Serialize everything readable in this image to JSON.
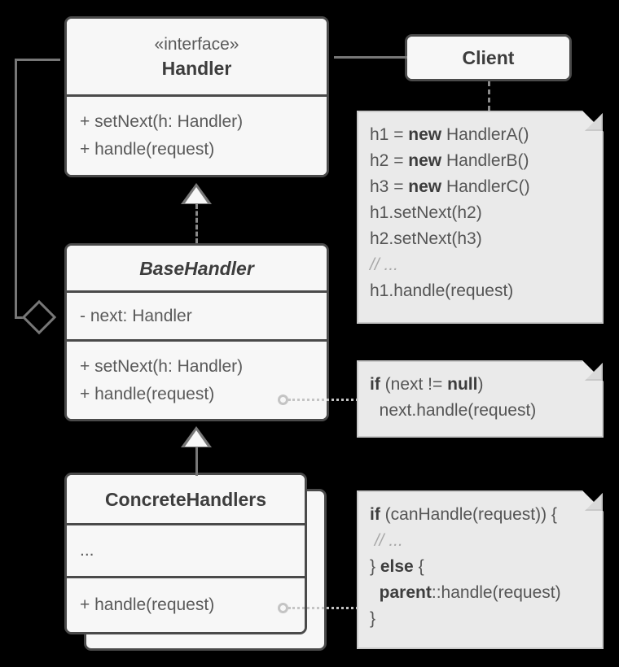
{
  "diagram": {
    "title": "Chain of Responsibility UML class diagram",
    "colors": {
      "background": "#000000",
      "box_fill": "#f7f7f7",
      "box_border": "#4a4a4a",
      "note_fill": "#eaeaea",
      "note_border": "#c9c9c9",
      "edge": "#777777",
      "text": "#5a5a5a",
      "title_text": "#3d3d3d",
      "comment_text": "#a8a8a8"
    }
  },
  "classes": {
    "handler": {
      "stereotype": "«interface»",
      "name": "Handler",
      "operations": [
        "+ setNext(h: Handler)",
        "+ handle(request)"
      ]
    },
    "base_handler": {
      "name": "BaseHandler",
      "abstract": true,
      "attributes": [
        "- next: Handler"
      ],
      "operations": [
        "+ setNext(h: Handler)",
        "+ handle(request)"
      ]
    },
    "concrete_handlers": {
      "name": "ConcreteHandlers",
      "stacked": true,
      "attributes": [
        "..."
      ],
      "operations": [
        "+ handle(request)"
      ]
    },
    "client": {
      "name": "Client"
    }
  },
  "notes": {
    "client_note": {
      "lines": [
        [
          {
            "t": "h1 = ",
            "b": false
          },
          {
            "t": "new",
            "b": true
          },
          {
            "t": " HandlerA()",
            "b": false
          }
        ],
        [
          {
            "t": "h2 = ",
            "b": false
          },
          {
            "t": "new",
            "b": true
          },
          {
            "t": " HandlerB()",
            "b": false
          }
        ],
        [
          {
            "t": "h3 = ",
            "b": false
          },
          {
            "t": "new",
            "b": true
          },
          {
            "t": " HandlerC()",
            "b": false
          }
        ],
        [
          {
            "t": "h1.setNext(h2)",
            "b": false
          }
        ],
        [
          {
            "t": "h2.setNext(h3)",
            "b": false
          }
        ],
        [
          {
            "t": "// ...",
            "c": true
          }
        ],
        [
          {
            "t": "h1.handle(request)",
            "b": false
          }
        ]
      ]
    },
    "base_handle_note": {
      "lines": [
        [
          {
            "t": "if",
            "b": true
          },
          {
            "t": " (next != ",
            "b": false
          },
          {
            "t": "null",
            "b": true
          },
          {
            "t": ")",
            "b": false
          }
        ],
        [
          {
            "t": "  next.handle(request)",
            "b": false
          }
        ]
      ]
    },
    "concrete_handle_note": {
      "lines": [
        [
          {
            "t": "if",
            "b": true
          },
          {
            "t": " (canHandle(request)) {",
            "b": false
          }
        ],
        [
          {
            "t": " // ...",
            "c": true
          }
        ],
        [
          {
            "t": "} ",
            "b": false
          },
          {
            "t": "else",
            "b": true
          },
          {
            "t": " {",
            "b": false
          }
        ],
        [
          {
            "t": "  ",
            "b": false
          },
          {
            "t": "parent",
            "b": true
          },
          {
            "t": "::handle(request)",
            "b": false
          }
        ],
        [
          {
            "t": "}",
            "b": false
          }
        ]
      ]
    }
  },
  "relations": {
    "realization": "BaseHandler implements Handler",
    "generalization": "ConcreteHandlers extends BaseHandler",
    "aggregation": "BaseHandler next: Handler aggregates Handler",
    "association": "Client uses Handler"
  }
}
